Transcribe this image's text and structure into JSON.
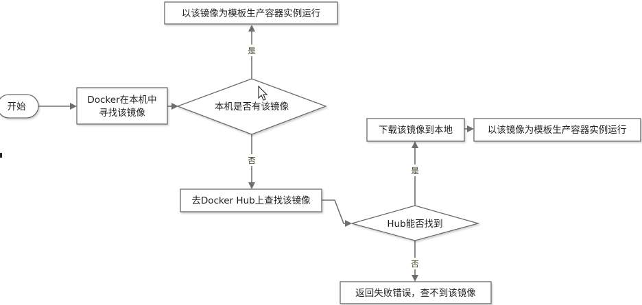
{
  "nodes": {
    "start": "开始",
    "docker_search_local_line1": "Docker在本机中",
    "docker_search_local_line2": "寻找该镜像",
    "local_has_image": "本机是否有该镜像",
    "run_container_top": "以该镜像为模板生产容器实例运行",
    "search_docker_hub": "去Docker Hub上查找该镜像",
    "hub_found": "Hub能否找到",
    "download_to_local": "下载该镜像到本地",
    "run_container_right": "以该镜像为模板生产容器实例运行",
    "return_failure": "返回失败错误，查不到该镜像"
  },
  "edge_labels": {
    "local_yes": "是",
    "local_no": "否",
    "hub_yes": "是",
    "hub_no": "否"
  },
  "colors": {
    "stroke": "#6b6b6b",
    "edge": "#6e6e6e",
    "text": "#1f1f1f",
    "background": "#ffffff"
  },
  "icons": {
    "cursor": "mouse-pointer-icon"
  }
}
